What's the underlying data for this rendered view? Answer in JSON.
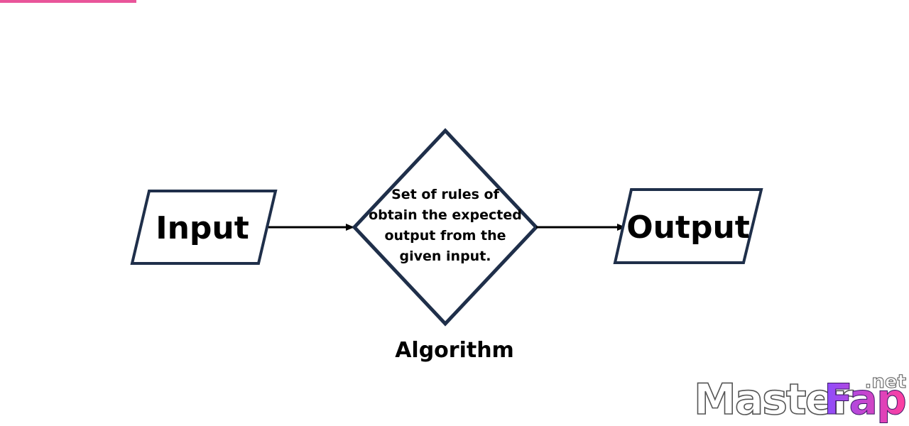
{
  "diagram": {
    "input_label": "Input",
    "output_label": "Output",
    "algorithm_text": [
      "Set of rules of",
      "obtain the expected",
      "output from the",
      "given input."
    ],
    "algorithm_caption": "Algorithm"
  },
  "watermark": {
    "prefix": "Master",
    "suffix": "Fap",
    "tld": ".net"
  },
  "colors": {
    "shape_stroke": "#1f2f4a",
    "arrow": "#000000",
    "text": "#000000",
    "top_accent": "#e9559a",
    "watermark_gradient_start": "#8a4dff",
    "watermark_gradient_end": "#ff3f9f"
  }
}
